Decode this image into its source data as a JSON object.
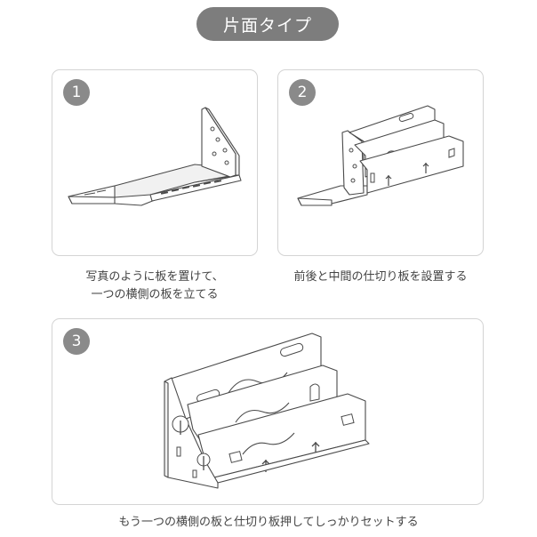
{
  "title": "片面タイプ",
  "steps": [
    {
      "number": "1",
      "caption_line1": "写真のように板を置けて、",
      "caption_line2": "一つの横側の板を立てる"
    },
    {
      "number": "2",
      "caption_line1": "前後と中間の仕切り板を設置する"
    },
    {
      "number": "3",
      "caption_line1": "もう一つの横側の板と仕切り板押してしっかりセットする"
    }
  ]
}
